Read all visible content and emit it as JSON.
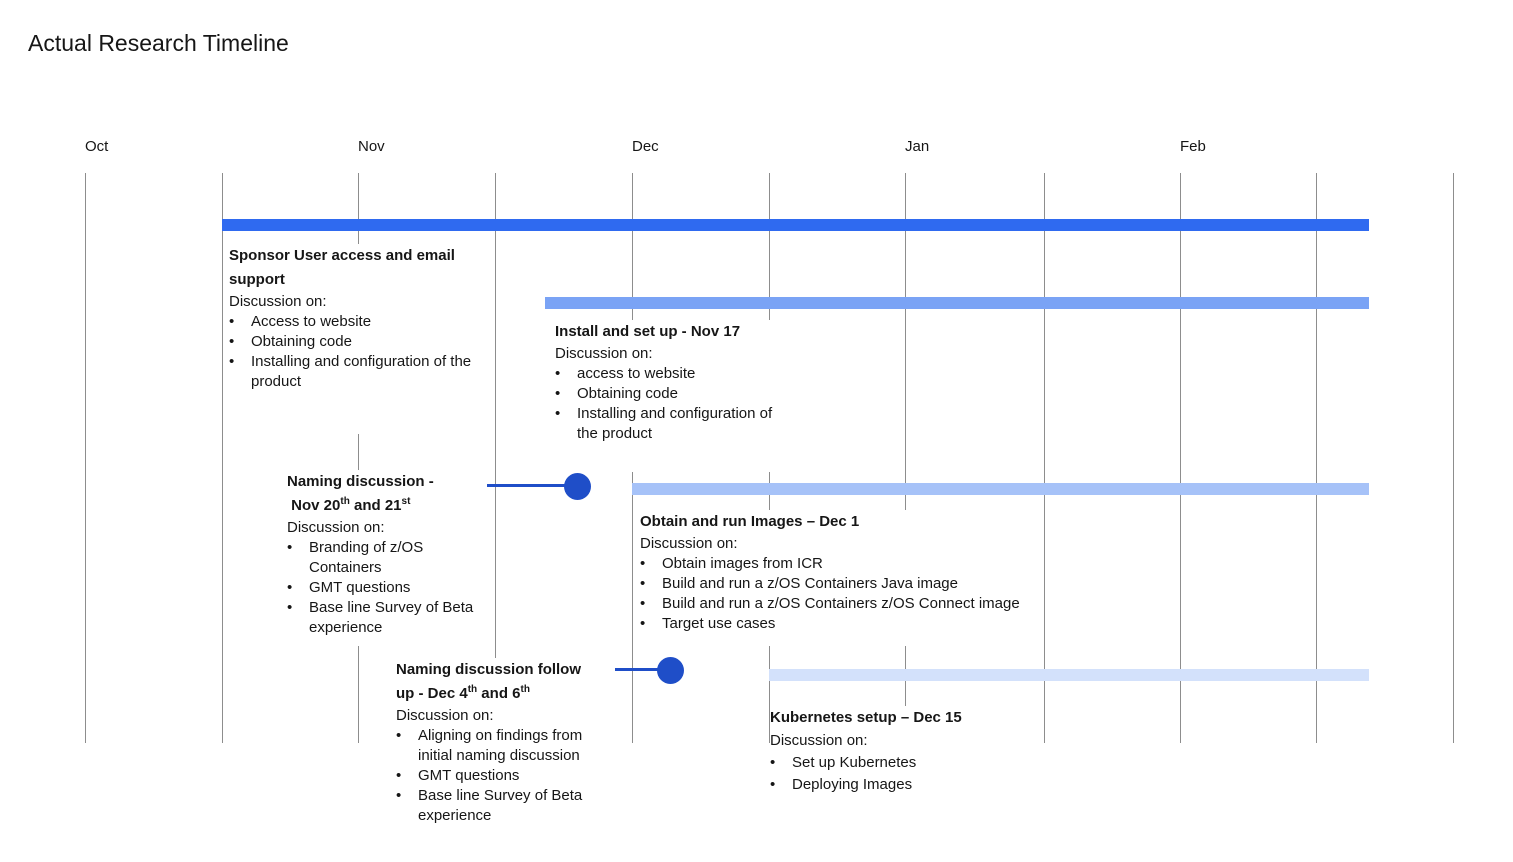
{
  "title": "Actual Research Timeline",
  "months": [
    "Oct",
    "Nov",
    "Dec",
    "Jan",
    "Feb"
  ],
  "colors": {
    "bar1": "#2f6af0",
    "bar2": "#7aa3f5",
    "bar3": "#a6c2f8",
    "bar4": "#d3e1fb",
    "milestone": "#1f4ec8",
    "gridline": "#8d8d8d"
  },
  "blocks": {
    "sponsor": {
      "head": "Sponsor User access and email support",
      "sub": "Discussion on:",
      "items": [
        "Access to website",
        "Obtaining code",
        "Installing and configuration of the product"
      ]
    },
    "install": {
      "head": "Install and set up -  Nov 17",
      "sub": "Discussion on:",
      "items": [
        "access to website",
        "Obtaining code",
        "Installing and configuration of the product"
      ]
    },
    "naming": {
      "head_a": "Naming discussion -",
      "head_b1": "Nov 20",
      "sup1": "th",
      "head_b2": " and 21",
      "sup2": "st",
      "sub": "Discussion on:",
      "items": [
        "Branding of z/OS Containers",
        "GMT questions",
        "Base line Survey of Beta experience"
      ]
    },
    "obtain": {
      "head": "Obtain and run Images – Dec 1",
      "sub": "Discussion on:",
      "items": [
        "Obtain images from ICR",
        "Build and run a z/OS Containers Java image",
        "Build and run a z/OS Containers z/OS Connect image",
        "Target use cases"
      ]
    },
    "followup": {
      "head_a": "Naming discussion follow",
      "head_b1": "up - Dec 4",
      "sup1": "th",
      "head_b2": " and  6",
      "sup2": "th",
      "sub": "Discussion on:",
      "items": [
        "Aligning on findings from initial naming discussion",
        "GMT questions",
        "Base line Survey of Beta experience"
      ]
    },
    "kubernetes": {
      "head": "Kubernetes setup – Dec 15",
      "sub": "Discussion on:",
      "items": [
        "Set up Kubernetes",
        "Deploying  Images"
      ]
    }
  }
}
